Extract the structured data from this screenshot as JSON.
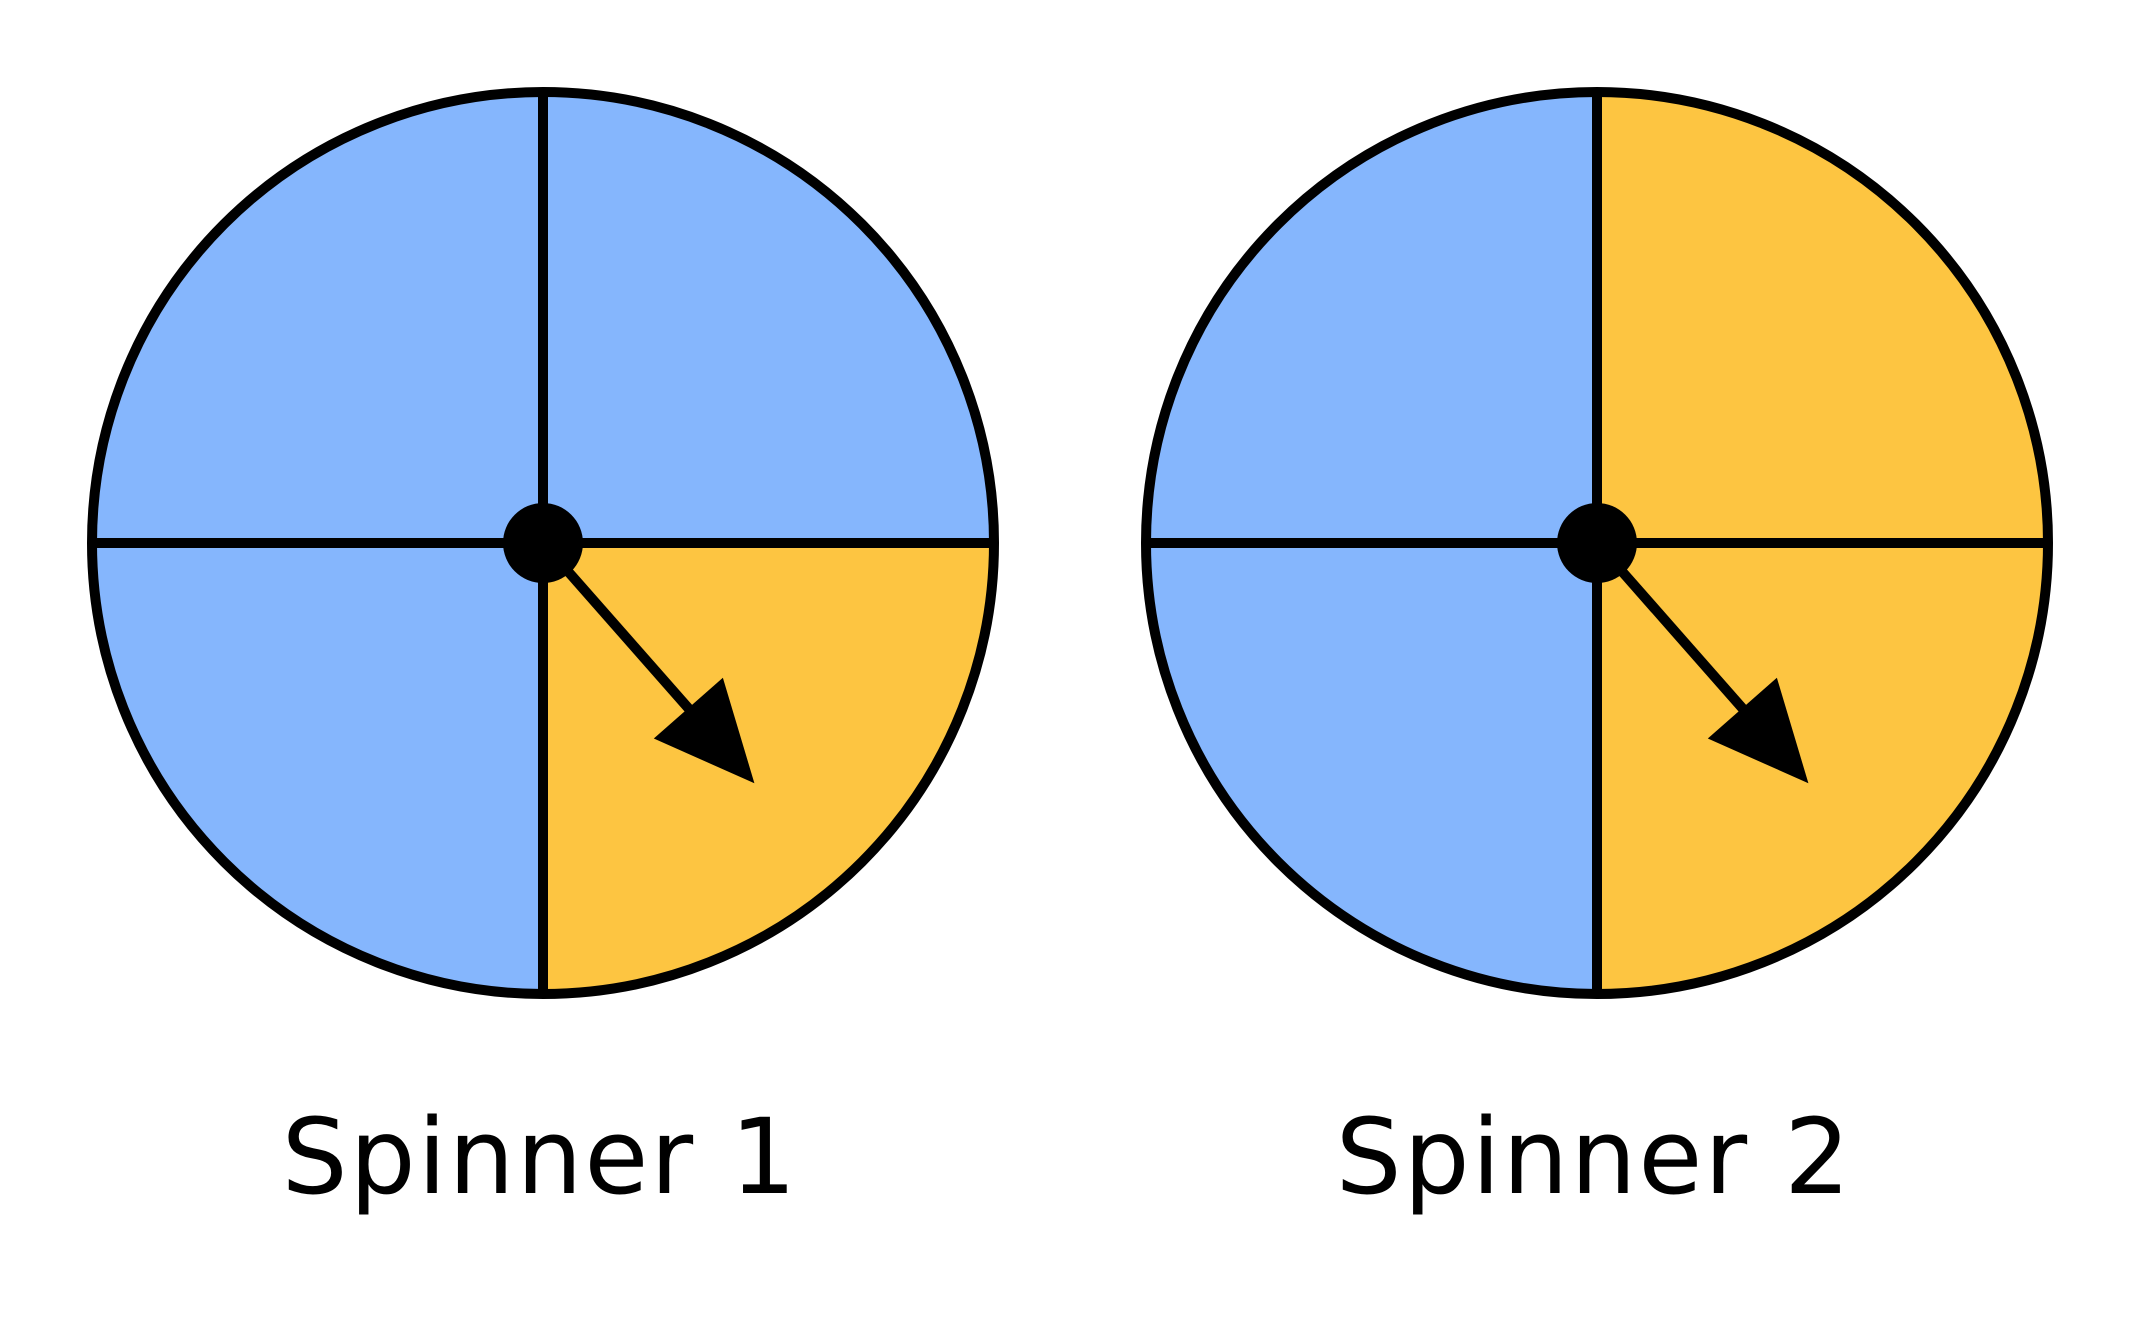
{
  "colors": {
    "blue": "#85b6fd",
    "yellow": "#fdc541",
    "stroke": "#000000"
  },
  "spinners": [
    {
      "label": "Spinner 1",
      "sections": [
        "blue",
        "blue",
        "yellow",
        "blue"
      ],
      "arrow_angle_deg": 131
    },
    {
      "label": "Spinner 2",
      "sections": [
        "blue",
        "yellow",
        "yellow",
        "blue"
      ],
      "arrow_angle_deg": 131
    }
  ]
}
